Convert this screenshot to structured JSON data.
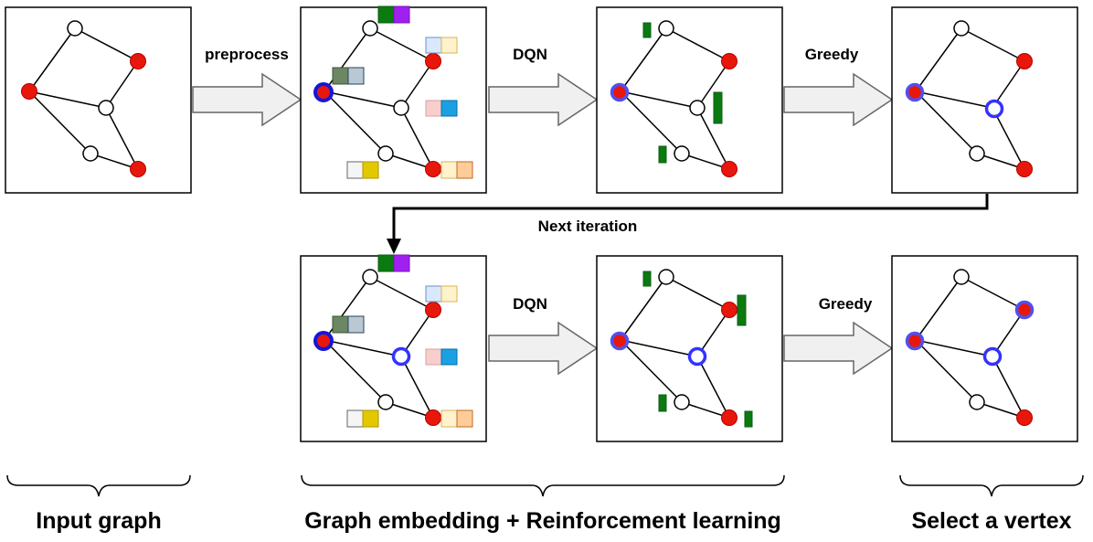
{
  "labels": {
    "preprocess": "preprocess",
    "dqn": "DQN",
    "greedy": "Greedy",
    "next_iteration": "Next iteration"
  },
  "sections": {
    "input": "Input graph",
    "rl": "Graph embedding +  Reinforcement learning",
    "select": "Select a vertex"
  },
  "colors": {
    "red_node": "#e8170c",
    "blue_ring": "#3333ff",
    "dark_green": "#0b5e13",
    "arrow_fill": "#f0f0f0",
    "arrow_stroke": "#666666"
  }
}
